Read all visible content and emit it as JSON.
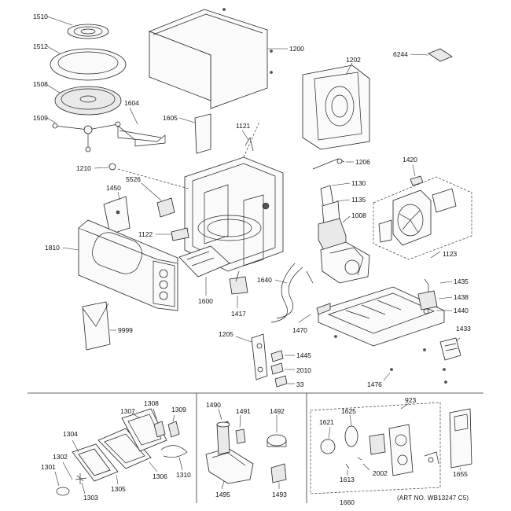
{
  "labels": {
    "p1510": "1510",
    "p1512": "1512",
    "p1508": "1508",
    "p1509": "1509",
    "p1604": "1604",
    "p1605": "1605",
    "p1200": "1200",
    "p1202": "1202",
    "p6244": "6244",
    "p1121": "1121",
    "p1206": "1206",
    "p1210": "1210",
    "p5526": "5526",
    "p1450": "1450",
    "p1130": "1130",
    "p1135": "1135",
    "p1420": "1420",
    "p1008": "1008",
    "p1122": "1122",
    "p1810": "1810",
    "p1123": "1123",
    "p1600": "1600",
    "p1417": "1417",
    "p1640": "1640",
    "p1435": "1435",
    "p1438": "1438",
    "p1440": "1440",
    "p9999": "9999",
    "p1470": "1470",
    "p1433": "1433",
    "p1205": "1205",
    "p1445": "1445",
    "p2010": "2010",
    "p33": "33",
    "p1476": "1476",
    "p1308": "1308",
    "p1307": "1307",
    "p1309": "1309",
    "p1304": "1304",
    "p1302": "1302",
    "p1301": "1301",
    "p1306": "1306",
    "p1310": "1310",
    "p1305": "1305",
    "p1303": "1303",
    "p1490": "1490",
    "p1491": "1491",
    "p1492": "1492",
    "p1495": "1495",
    "p1493": "1493",
    "p923": "923",
    "p1621": "1621",
    "p1625": "1625",
    "p2002": "2002",
    "p1613": "1613",
    "p1655": "1655",
    "p1660": "1660"
  },
  "art_number": "(ART NO. WB13247 C5)"
}
